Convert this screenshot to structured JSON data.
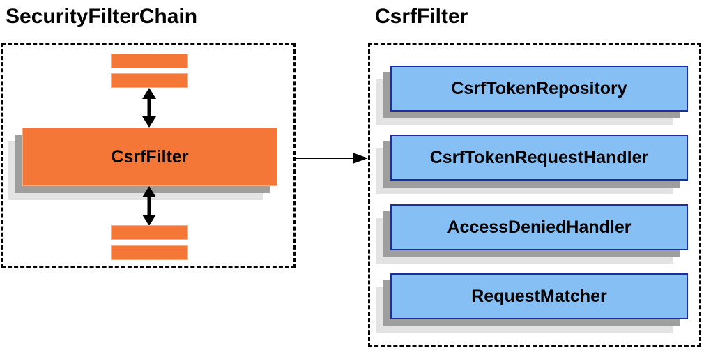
{
  "left_panel": {
    "title": "SecurityFilterChain",
    "filter_box_label": "CsrfFilter"
  },
  "right_panel": {
    "title": "CsrfFilter",
    "components": [
      "CsrfTokenRepository",
      "CsrfTokenRequestHandler",
      "AccessDeniedHandler",
      "RequestMatcher"
    ]
  },
  "colors": {
    "orange_fill": "#F47738",
    "orange_border": "#F9AD80",
    "blue_fill": "#85BFF4",
    "blue_border": "#202E99",
    "shadow_dark": "#9E9E9E",
    "shadow_light": "#E3E3E3",
    "line_black": "#000000"
  }
}
